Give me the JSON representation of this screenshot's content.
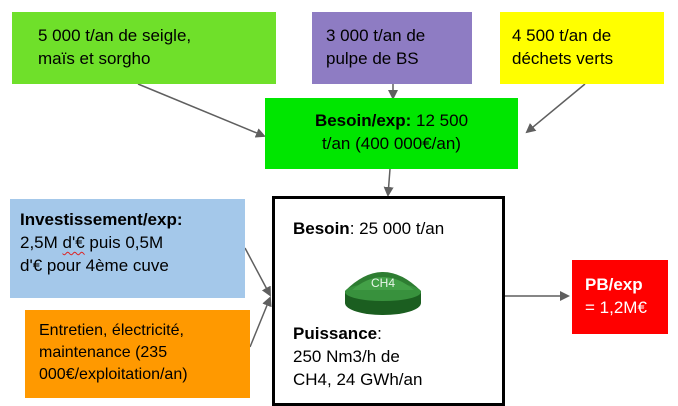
{
  "colors": {
    "green_box": "#6fe02a",
    "purple_box": "#8e7cc3",
    "yellow_box": "#ffff00",
    "center_green": "#00e600",
    "blue_box": "#a4c8ea",
    "orange_box": "#ff9900",
    "red_box": "#ff0000",
    "arrow": "#5f5f5f",
    "dome": "#2e7d32"
  },
  "inputs": {
    "seigle": {
      "line1": "5 000 t/an de seigle,",
      "line2": "maïs et sorgho"
    },
    "pulpe": {
      "line1": "3 000 t/an de",
      "line2": "pulpe de BS"
    },
    "dechets": {
      "line1": "4 500 t/an de",
      "line2": "déchets verts"
    }
  },
  "besoin_exp": {
    "bold": "Besoin/exp:",
    "rest1": " 12 500",
    "line2": "t/an (400 000€/an)"
  },
  "investissement": {
    "title": "Investissement/exp:",
    "line2_pre": "2,5M ",
    "line2_wavy": "d'€",
    "line2_post": " puis 0,5M",
    "line3": "d'€ pour 4ème cuve"
  },
  "entretien": {
    "line1": "Entretien, électricité,",
    "line2": "maintenance (235",
    "line3": "000€/exploitation/an)"
  },
  "center": {
    "besoin_bold": "Besoin",
    "besoin_rest": ": 25 000 t/an",
    "icon_label": "CH4",
    "puissance_bold": "Puissance",
    "puissance_colon": ":",
    "line2": "250 Nm3/h de",
    "line3": "CH4, 24 GWh/an"
  },
  "pb": {
    "bold": "PB/exp",
    "value": "= 1,2M€"
  }
}
